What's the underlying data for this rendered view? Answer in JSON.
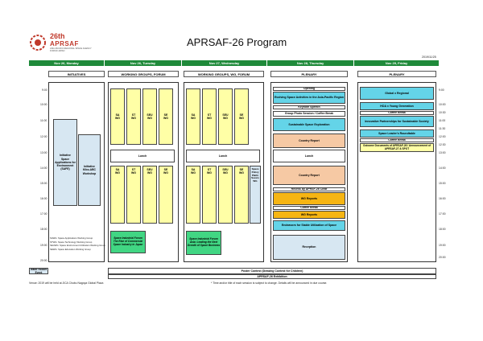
{
  "logo": {
    "number": "26th",
    "name": "APRSAF",
    "subtitle": "ASIA-PACIFIC REGIONAL SPACE AGENCY FORUM JAPAN"
  },
  "title": "APRSAF-26 Program",
  "date_stamp": "2019/11/25",
  "days": [
    "Nov 26, Monday",
    "Nov 26, Tuesday",
    "Nov 27, Wednesday",
    "Nov 28, Thursday",
    "Nov 29, Friday"
  ],
  "columns": {
    "initiatives": "INITIATIVES",
    "wg_tue": "WORKING GROUPS, FORUM",
    "wg_wed": "WORKING GROUPS, WG, FORUM",
    "plenary_thu": "PLENARY",
    "plenary_fri": "PLENARY"
  },
  "times_left": [
    "9:00",
    "10:00",
    "11:00",
    "12:00",
    "13:00",
    "14:00",
    "15:00",
    "16:00",
    "17:00",
    "18:00",
    "19:00",
    "20:00"
  ],
  "times_right": [
    "9:00",
    "10:00",
    "10:30",
    "11:00",
    "11:30",
    "12:00",
    "12:30",
    "13:00",
    "14:00",
    "15:00",
    "16:00",
    "17:00",
    "18:00",
    "19:00",
    "20:00"
  ],
  "monday": {
    "space_apps": "Initiative\nSpace Applications for Environment (SAFE)",
    "kibo": "Initiative\nKibo-ABC Workshop"
  },
  "wg": {
    "sa": "SA\nWG",
    "st": "ST\nWG",
    "seu": "SEU\nWG",
    "se": "SE\nWG",
    "lunch": "Lunch",
    "pphws": "Space\nPolicy\nPlatfo\nSeesio\nWG"
  },
  "forum_tue": "Space Industrial Forum\nThe Rise of Commercial Space Industry in Japan",
  "forum_wed": "Space Industrial Forum\nAsia: Leading the Next Growth of Space Business",
  "thursday": {
    "opening": "Opening",
    "evolving": "Evolving Space Activities in the Asia-Pacific Region",
    "keynote": "Keynote Speech",
    "group_photo": "Group Photo Session / Coffee Break",
    "sustainable": "Sustainable Space Exploration",
    "country1": "Country Report",
    "lunch": "Lunch",
    "country2": "Country Report",
    "recess": "Recess by APRSF-26 Clear",
    "wg_reports1": "WG Reports",
    "coffee": "Coffee Break",
    "wg_reports2": "WG Reports",
    "endeavors": "Endeavors for Stable Utilization of Space",
    "reception": "Reception"
  },
  "friday": {
    "regional": "Global x Regional",
    "hoa": "HOA x Young Generation",
    "coffee1": "Coffee Break",
    "innovative": "Innovative Partnerships for Sustainable Society",
    "roundtable": "Space Leader's Roundtable",
    "coffee2": "Coffee Break",
    "outcome": "Outcome Documents of APRSAF-26 / Announcement of APRSAF-27 & SPOT"
  },
  "wg_notes": [
    "SAWG: Space Applications Working Group",
    "STWG: Space Technology Working Group",
    "SEUWG: Space Environment Utilization Working Group",
    "SEWG: Space Education Working Group"
  ],
  "bottom": {
    "water_rocket": "Water Rocket Event",
    "poster": "Poster Contest (Drawing Contest for Children)",
    "exhibition": "APRSAF-26 Exhibition",
    "venue": "Venue: 2019 will be held at JICA Chubu Nagoya Global Plaza",
    "disclaimer": "* Time and/or title of each session is subject to change. Details will be announced in due course."
  }
}
